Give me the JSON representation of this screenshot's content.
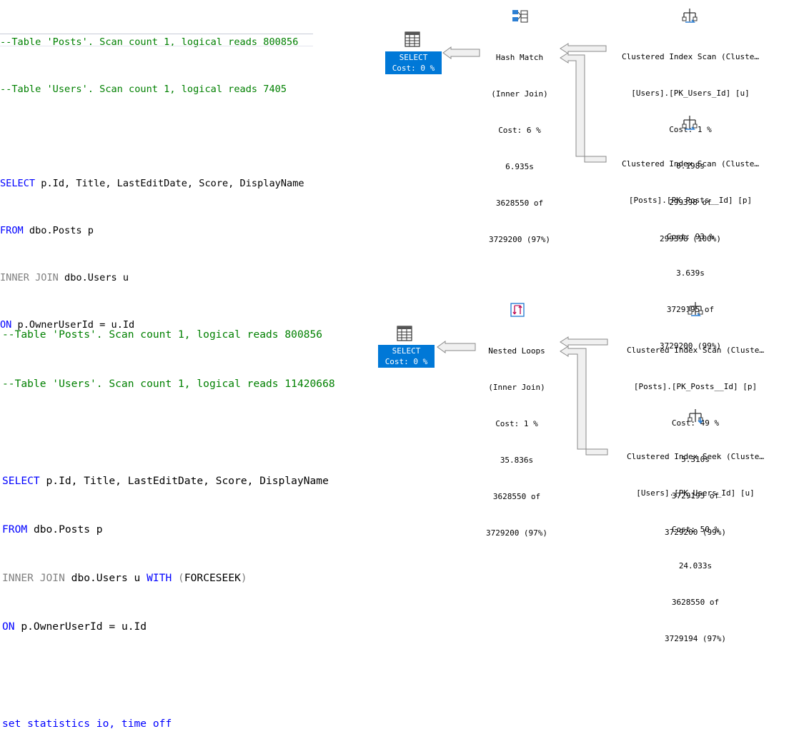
{
  "plan1": {
    "stats": [
      "--Table 'Posts'. Scan count 1, logical reads 800856",
      "--Table 'Users'. Scan count 1, logical reads 7405"
    ],
    "query": {
      "l1_kw": "SELECT",
      "l1_rest": " p.Id, Title, LastEditDate, Score, DisplayName",
      "l2_kw": "FROM",
      "l2_rest": " dbo.Posts p",
      "l3_gray": "INNER JOIN",
      "l3_rest": " dbo.Users u",
      "l4_kw": "ON",
      "l4_rest": " p.OwnerUserId = u.Id"
    },
    "select_node": {
      "title": "SELECT",
      "cost": "Cost: 0 %"
    },
    "join_node": {
      "lines": [
        "Hash Match",
        "(Inner Join)",
        "Cost: 6 %",
        "6.935s",
        "3628550 of",
        "3729200 (97%)"
      ]
    },
    "top_node": {
      "lines": [
        "Clustered Index Scan (Cluste…",
        "[Users].[PK_Users_Id] [u]",
        "Cost: 1 %",
        "0.198s",
        "299398 of",
        "299398 (100%)"
      ]
    },
    "bottom_node": {
      "lines": [
        "Clustered Index Scan (Cluste…",
        "[Posts].[PK_Posts__Id] [p]",
        "Cost: 93 %",
        "3.639s",
        "3729195 of",
        "3729200 (99%)"
      ]
    }
  },
  "plan2": {
    "stats": [
      "--Table 'Posts'. Scan count 1, logical reads 800856",
      "--Table 'Users'. Scan count 1, logical reads 11420668"
    ],
    "query": {
      "l1_kw": "SELECT",
      "l1_rest": " p.Id, Title, LastEditDate, Score, DisplayName",
      "l2_kw": "FROM",
      "l2_rest": " dbo.Posts p",
      "l3_gray": "INNER JOIN",
      "l3_rest": " dbo.Users u ",
      "l3_kw": "WITH",
      "l3_hint_open": " (",
      "l3_hint": "FORCESEEK",
      "l3_hint_close": ")",
      "l4_kw": "ON",
      "l4_rest": " p.OwnerUserId = u.Id",
      "l6": "set statistics io, time off"
    },
    "select_node": {
      "title": "SELECT",
      "cost": "Cost: 0 %"
    },
    "join_node": {
      "lines": [
        "Nested Loops",
        "(Inner Join)",
        "Cost: 1 %",
        "35.836s",
        "3628550 of",
        "3729200 (97%)"
      ]
    },
    "top_node": {
      "lines": [
        "Clustered Index Scan (Cluste…",
        "[Posts].[PK_Posts__Id] [p]",
        "Cost: 49 %",
        "5.310s",
        "3729195 of",
        "3729200 (99%)"
      ]
    },
    "bottom_node": {
      "lines": [
        "Clustered Index Seek (Cluste…",
        "[Users].[PK_Users_Id] [u]",
        "Cost: 50 %",
        "24.033s",
        "3628550 of",
        "3729194 (97%)"
      ]
    }
  },
  "icons": {
    "select": "select-result-icon",
    "hash_match": "hash-match-icon",
    "nested_loops": "nested-loops-icon",
    "index_scan": "clustered-index-scan-icon",
    "index_seek": "clustered-index-seek-icon"
  },
  "colors": {
    "comment": "#008000",
    "keyword": "#0000ff",
    "operator": "#808080",
    "select_box": "#0078d7"
  }
}
